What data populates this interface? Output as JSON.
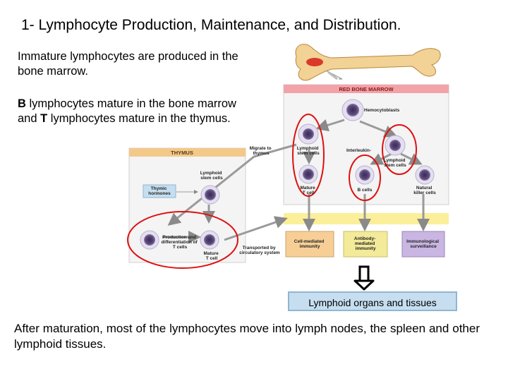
{
  "title": "1- Lymphocyte Production, Maintenance, and Distribution.",
  "paragraph1": "Immature lymphocytes are produced in the bone marrow.",
  "paragraph2": {
    "b_bold": "B",
    "b_rest": " lymphocytes mature in the bone marrow and ",
    "t_bold": "T",
    "t_rest": " lymphocytes mature in the thymus."
  },
  "paragraph3": "After maturation, most of the lymphocytes move into lymph nodes, the spleen and other lymphoid tissues.",
  "lymphoid_box": "Lymphoid organs and tissues",
  "diagram": {
    "red_bone_marrow": "RED BONE MARROW",
    "hemocytoblasts": "Hemocytoblasts",
    "lymphoid_stem_cells_1": [
      "Lymphoid",
      "stem cells"
    ],
    "interleukin": "Interleukin-",
    "lymphoid_stem_cells_2": [
      "Lymphoid",
      "stem cells"
    ],
    "mature_t_cell_marrow": [
      "Mature",
      "T cell"
    ],
    "b_cells": "B cells",
    "nk_cells": [
      "Natural",
      "killer cells"
    ],
    "migrate": [
      "Migrate to",
      "thymus"
    ],
    "thymus": "THYMUS",
    "thymus_lymphoid": [
      "Lymphoid",
      "stem cells"
    ],
    "thymic_hormones": [
      "Thymic",
      "hormones"
    ],
    "production": [
      "Production and",
      "differentiation of",
      "T cells"
    ],
    "mature_t_cell_thymus": [
      "Mature",
      "T cell"
    ],
    "transported": [
      "Transported by",
      "circulatory system"
    ],
    "cell_mediated": [
      "Cell-mediated",
      "immunity"
    ],
    "antibody": [
      "Antibody-",
      "mediated",
      "immunity"
    ],
    "immuno": [
      "Immunological",
      "surveillance"
    ]
  },
  "colors": {
    "highlight_red": "#e01010",
    "thymus_header": "#f3c98a",
    "marrow_header": "#f2a3a8",
    "yellow_band": "#fbef9a",
    "cell_mediated_box": "#f7cf96",
    "antibody_box": "#f3ea9a",
    "immuno_box": "#c9b6e3",
    "lymphoid_box_fill": "#c6def0"
  }
}
